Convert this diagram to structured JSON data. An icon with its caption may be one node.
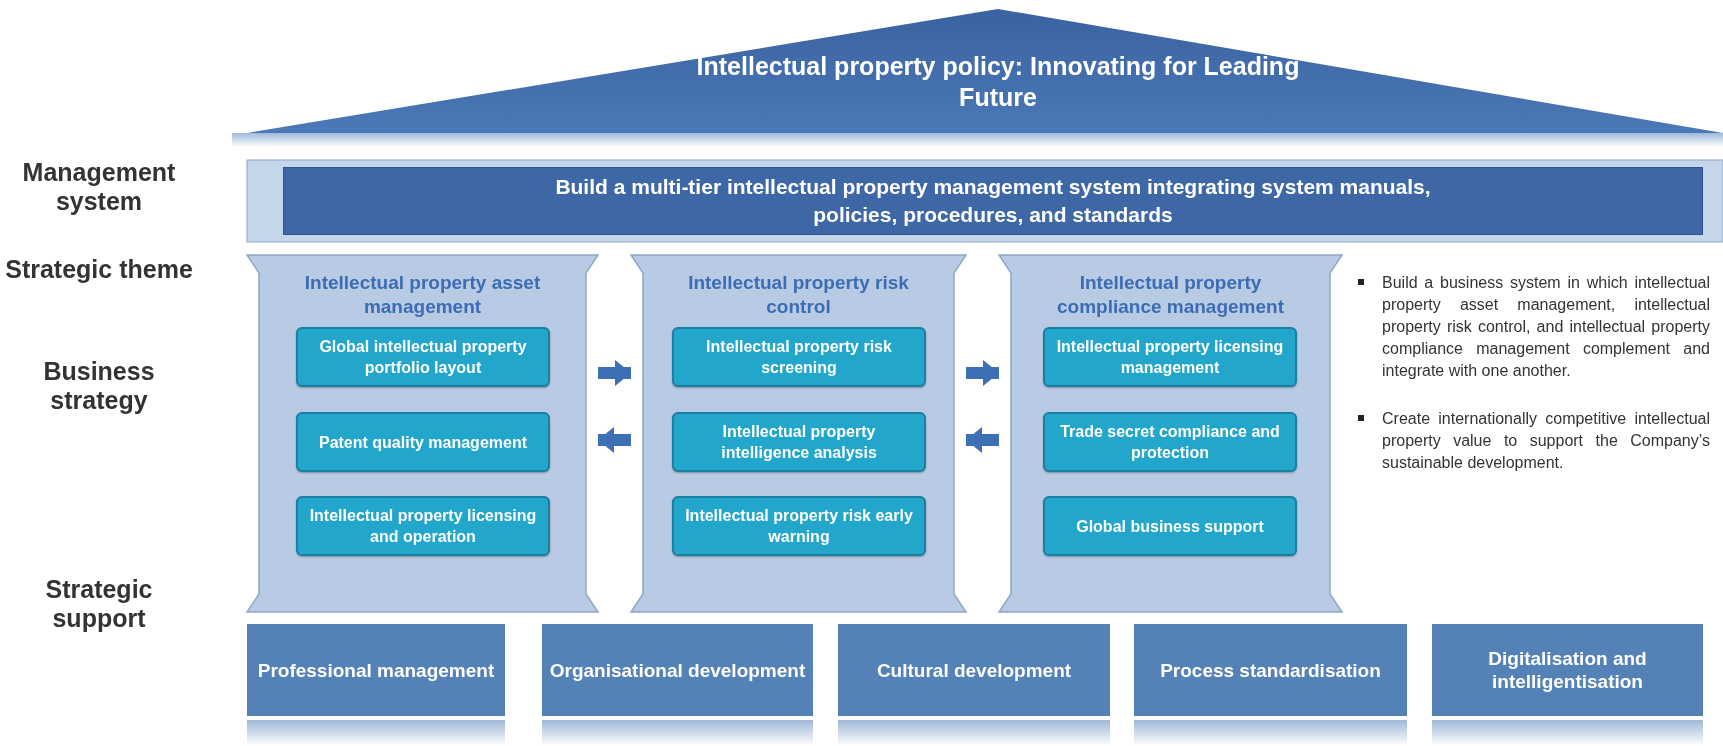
{
  "diagram": {
    "nodes": [
      {
        "text": [
          "Intellectual property policy: Innovating for Leading Future"
        ]
      },
      {
        "text": [
          "Build a multi-tier intellectual property management system integrating system manuals, policies, procedures, and standards"
        ]
      },
      {
        "text": [
          "Intellectual property asset management"
        ]
      },
      {
        "text": [
          "Global intellectual property portfolio layout"
        ],
        "in": 2
      },
      {
        "text": [
          "Patent quality management"
        ],
        "in": 2
      },
      {
        "text": [
          "Intellectual property licensing and operation"
        ],
        "in": 2
      },
      {
        "text": [
          "Intellectual property risk control"
        ]
      },
      {
        "text": [
          "Intellectual property risk screening"
        ],
        "in": 6
      },
      {
        "text": [
          "Intellectual property intelligence analysis"
        ],
        "in": 6
      },
      {
        "text": [
          "Intellectual property risk early warning"
        ],
        "in": 6
      },
      {
        "text": [
          "Intellectual property compliance management"
        ]
      },
      {
        "text": [
          "Intellectual property licensing management"
        ],
        "in": 10
      },
      {
        "text": [
          "Trade secret compliance and protection"
        ],
        "in": 10
      },
      {
        "text": [
          "Global business support"
        ],
        "in": 10
      },
      {
        "text": [
          "Professional management"
        ]
      },
      {
        "text": [
          "Organisational development"
        ]
      },
      {
        "text": [
          "Cultural development"
        ]
      },
      {
        "text": [
          "Process standardisation"
        ]
      },
      {
        "text": [
          "Digitalisation and intelligentisation"
        ]
      }
    ],
    "edges": [
      {
        "from": 2,
        "to": 6,
        "arrow": "to"
      },
      {
        "from": 6,
        "to": 2,
        "arrow": "to"
      },
      {
        "from": 6,
        "to": 10,
        "arrow": "to"
      },
      {
        "from": 10,
        "to": 6,
        "arrow": "to"
      }
    ],
    "labels": [
      "Management system",
      "Strategic theme",
      "Business strategy",
      "Strategic support",
      "Build a business system in which intellectual property asset management, intellectual property risk control, and intellectual property compliance management complement and integrate with one another.",
      "Create internationally competitive intellectual property value to support the Company’s sustainable development."
    ]
  }
}
